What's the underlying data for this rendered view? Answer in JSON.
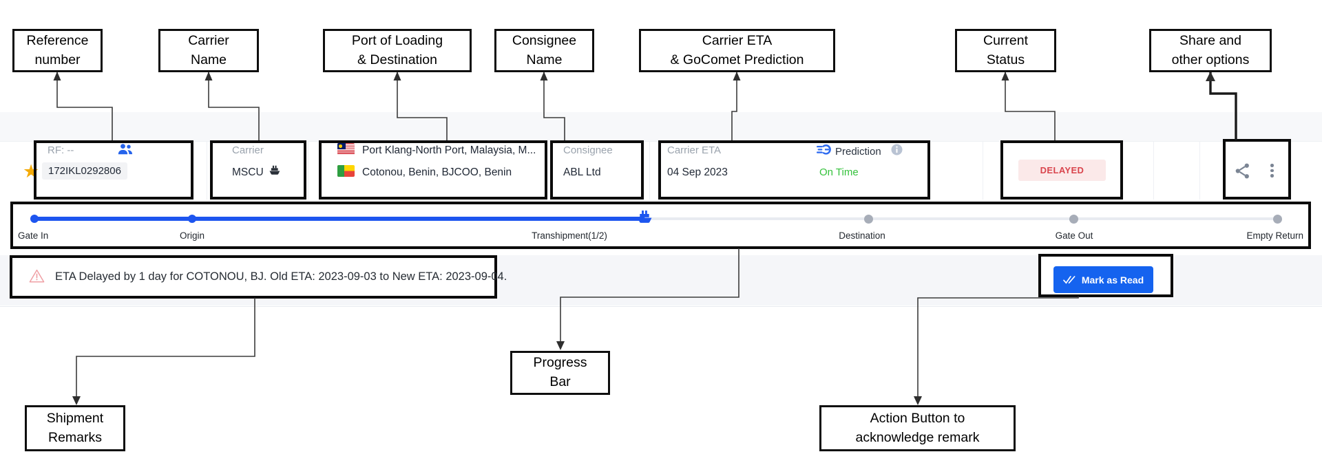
{
  "callouts": {
    "reference": {
      "line1": "Reference",
      "line2": "number"
    },
    "carrier": {
      "line1": "Carrier",
      "line2": "Name"
    },
    "port": {
      "line1": "Port of Loading",
      "line2": "& Destination"
    },
    "consignee": {
      "line1": "Consignee",
      "line2": "Name"
    },
    "eta": {
      "line1": "Carrier ETA",
      "line2": "& GoComet Prediction"
    },
    "status": {
      "line1": "Current",
      "line2": "Status"
    },
    "share": {
      "line1": "Share and",
      "line2": "other options"
    },
    "progress_bar": {
      "line1": "Progress",
      "line2": "Bar"
    },
    "shipment_remarks": {
      "line1": "Shipment",
      "line2": "Remarks"
    },
    "action_button": {
      "line1": "Action Button to",
      "line2": "acknowledge remark"
    }
  },
  "shipment": {
    "reference_label": "RF: --",
    "reference_number": "172IKL0292806",
    "carrier_label": "Carrier",
    "carrier_name": "MSCU",
    "origin_port": "Port Klang-North Port, Malaysia, M...",
    "destination_port": "Cotonou, Benin, BJCOO, Benin",
    "consignee_label": "Consignee",
    "consignee_name": "ABL Ltd",
    "carrier_eta_label": "Carrier ETA",
    "carrier_eta": "04 Sep 2023",
    "prediction_label": "Prediction",
    "prediction_value": "On Time",
    "status": "DELAYED"
  },
  "progress": {
    "milestones": [
      {
        "label": "Gate In"
      },
      {
        "label": "Origin"
      },
      {
        "label": "Transhipment(1/2)"
      },
      {
        "label": "Destination"
      },
      {
        "label": "Gate Out"
      },
      {
        "label": "Empty Return"
      }
    ]
  },
  "remark": {
    "text": "ETA Delayed by 1 day for COTONOU, BJ. Old ETA: 2023-09-03 to New ETA: 2023-09-04.",
    "action_label": "Mark as Read"
  },
  "icons": {
    "star": "★"
  },
  "colors": {
    "accent_blue": "#1563ef",
    "progress_blue": "#1d55ef",
    "on_time_green": "#35c23c",
    "delayed_red": "#d9444c",
    "delayed_bg": "#fbe9e9",
    "star_gold": "#f4ab0a",
    "label_gray": "#9aa3ad"
  }
}
